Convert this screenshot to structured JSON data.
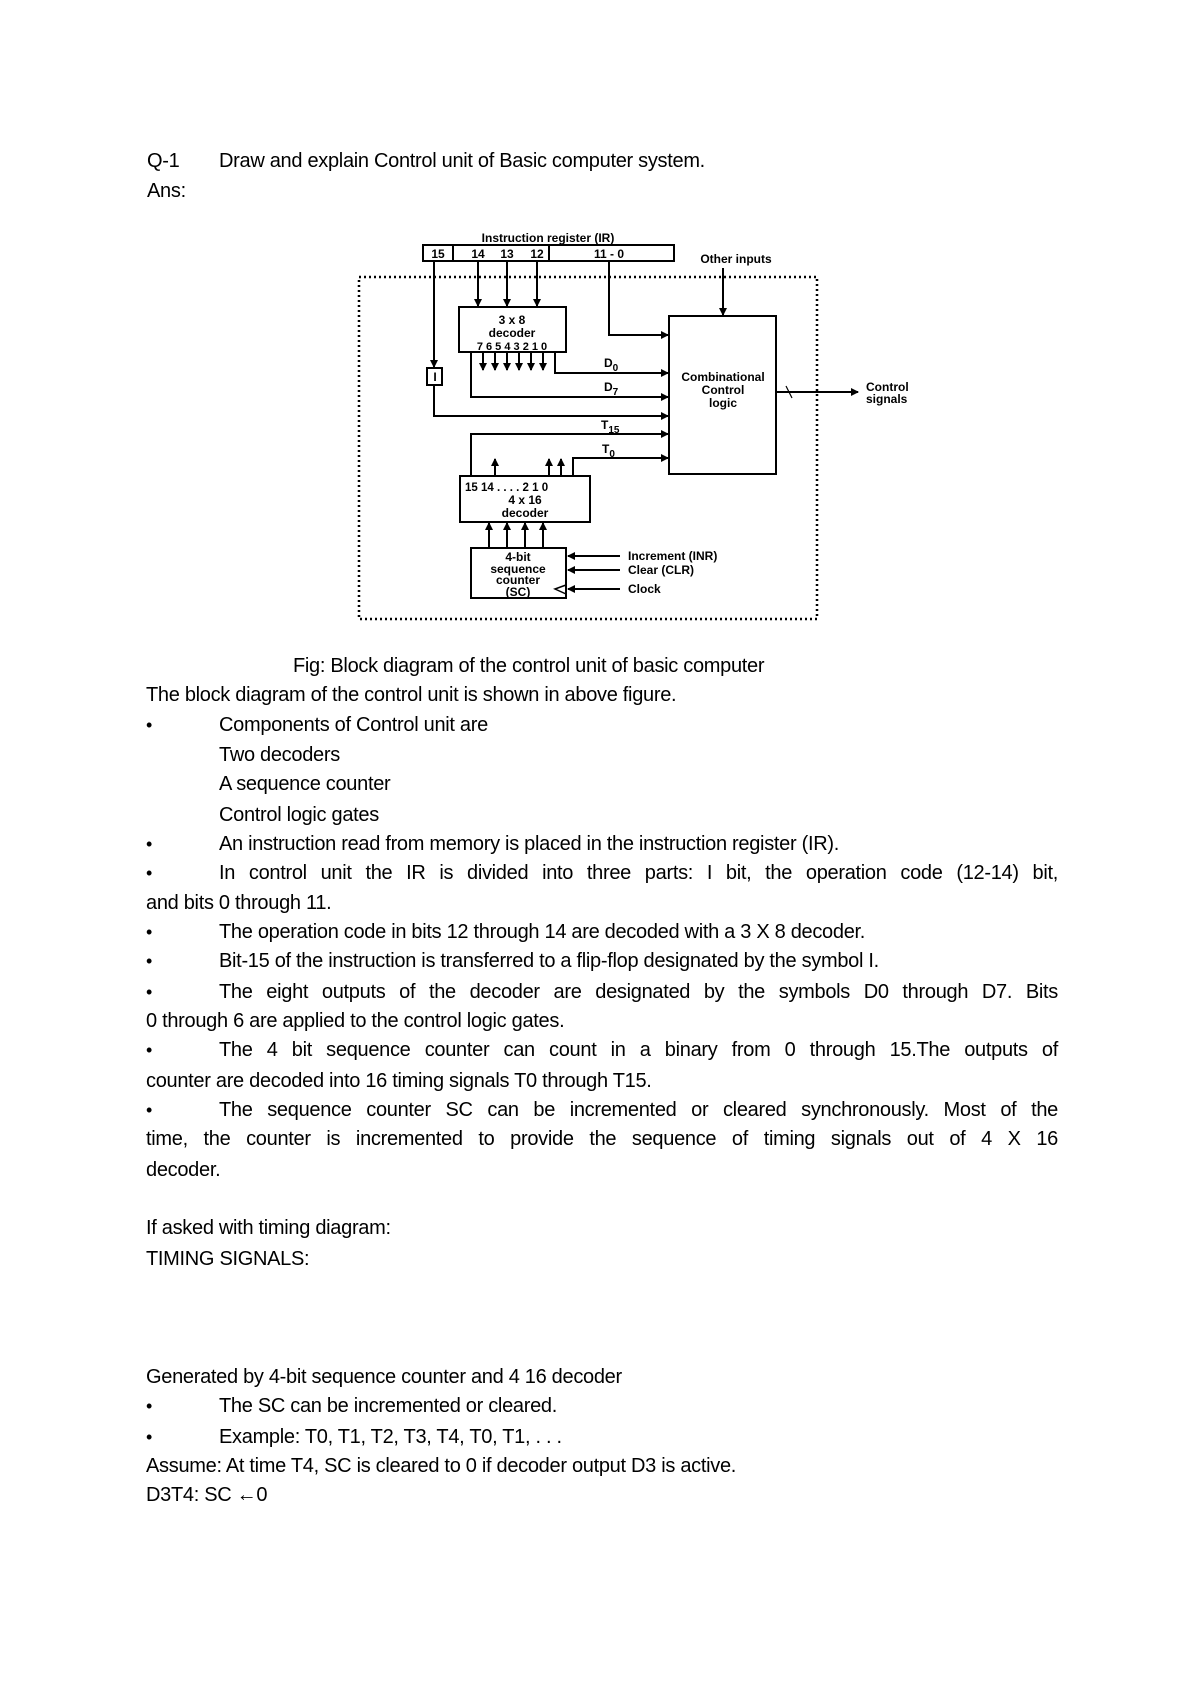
{
  "question": {
    "number": "Q-1",
    "text": "Draw and explain Control unit of Basic computer system.",
    "answer_label": "Ans:"
  },
  "diagram": {
    "ir_title": "Instruction register (IR)",
    "ir_fields": [
      "15",
      "14",
      "13",
      "12",
      "11 - 0"
    ],
    "other_inputs": "Other inputs",
    "decoder3x8": {
      "title1": "3 x 8",
      "title2": "decoder",
      "outputs": "7  6 5 4 3  2 1 0"
    },
    "i_flipflop": "I",
    "d0": "D",
    "d0_sub": "0",
    "d7": "D",
    "d7_sub": "7",
    "t15": "T",
    "t15_sub": "15",
    "t0": "T",
    "t0_sub": "0",
    "comb_logic": [
      "Combinational",
      "Control",
      "logic"
    ],
    "control_signals": [
      "Control",
      "signals"
    ],
    "decoder4x16": {
      "outputs": "15  14  . . . .  2  1  0",
      "title1": "4 x 16",
      "title2": "decoder"
    },
    "sc": [
      "4-bit",
      "sequence",
      "counter",
      "(SC)"
    ],
    "sc_inputs": [
      "Increment (INR)",
      "Clear (CLR)",
      "Clock"
    ]
  },
  "caption": "Fig: Block diagram of the control unit of basic computer",
  "body": {
    "intro": "The block diagram of the control unit is shown in above figure.",
    "components_heading": "Components of Control unit are",
    "components": [
      "Two decoders",
      "A sequence counter",
      "Control logic gates"
    ],
    "b2": "An instruction read from memory is placed in the instruction register (IR).",
    "b3_l1": "In control unit the IR is divided into three parts: I bit, the operation code (12-14) bit,",
    "b3_l2": "and bits 0 through 11.",
    "b4": "The operation code in bits 12 through 14 are decoded with a 3 X 8 decoder.",
    "b5": "Bit-15 of the instruction is transferred to a flip-flop designated by the symbol I.",
    "b6_l1": "The eight outputs of the decoder are designated by the symbols D0 through D7. Bits",
    "b6_l2": "0 through 6 are applied to the control logic gates.",
    "b7_l1": "The 4 bit sequence counter can count in a binary from 0 through 15.The outputs of",
    "b7_l2": "counter are decoded into 16 timing signals T0 through T15.",
    "b8_l1": "The sequence counter SC can be incremented or cleared synchronously. Most of the",
    "b8_l2": "time, the counter is incremented to provide the sequence of timing signals out of 4 X 16",
    "b8_l3": "decoder.",
    "timing_intro": "If asked with timing diagram:",
    "timing_heading": "TIMING SIGNALS:",
    "generated": "Generated by 4-bit sequence counter and 4  16 decoder",
    "t1": "The SC can be incremented or cleared.",
    "t2": "Example:  T0, T1, T2, T3, T4, T0, T1, . . .",
    "assume": "Assume: At time T4, SC is cleared to 0 if decoder output D3 is active.",
    "rule": "D3T4: SC ←0",
    "bullet": "•"
  }
}
